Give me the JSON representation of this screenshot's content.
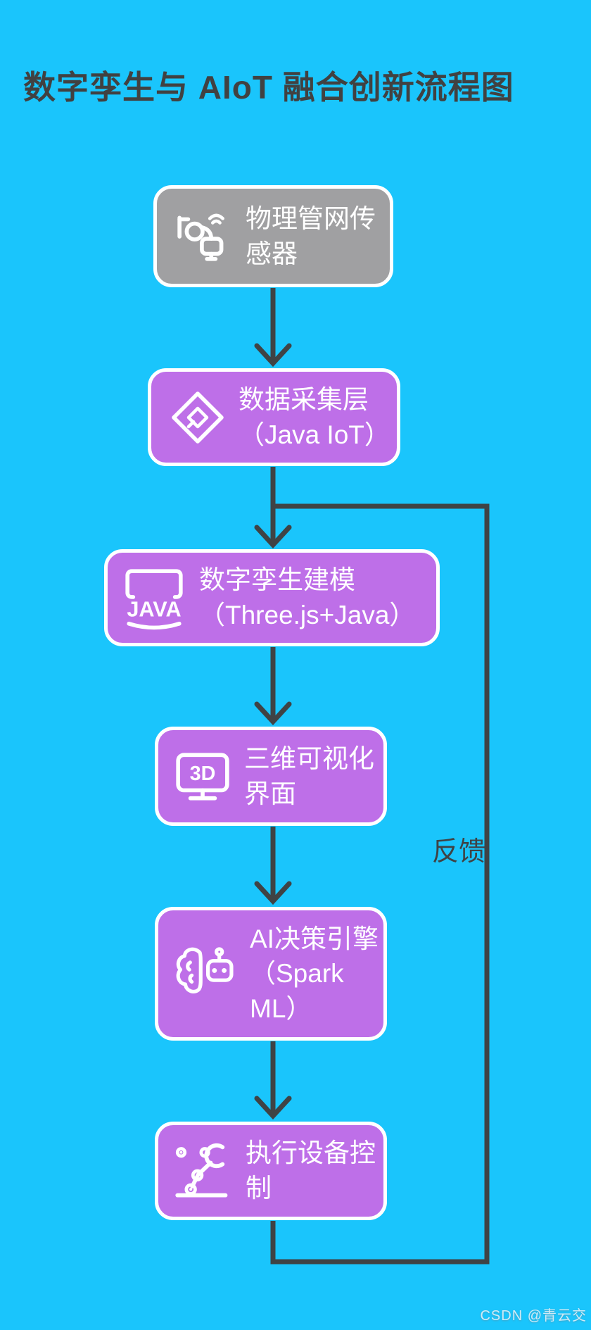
{
  "page": {
    "title": "数字孪生与 AIoT 融合创新流程图",
    "title_color": "#414141",
    "background_color": "#1AC5FC",
    "watermark": "CSDN @青云交"
  },
  "flow": {
    "arrow_color": "#3F4345",
    "node_border_color": "#FFFFFF",
    "feedback_label": "反馈",
    "nodes": [
      {
        "id": "physical-sensor",
        "label": "物理管网传\n感器",
        "icon": "pipe-sensor-icon",
        "fill": "#A0A0A2"
      },
      {
        "id": "data-collect",
        "label": "数据采集层\n（Java IoT）",
        "icon": "collect-diamond-icon",
        "fill": "#BE6FE8"
      },
      {
        "id": "digital-twin",
        "label": "数字孪生建模\n（Three.js+Java）",
        "icon": "java-badge-icon",
        "fill": "#BE6FE8"
      },
      {
        "id": "viz-3d",
        "label": "三维可视化\n界面",
        "icon": "monitor-3d-icon",
        "fill": "#BE6FE8"
      },
      {
        "id": "ai-engine",
        "label": "AI决策引擎\n（Spark\nML）",
        "icon": "ai-brain-icon",
        "fill": "#BE6FE8"
      },
      {
        "id": "device-control",
        "label": "执行设备控\n制",
        "icon": "robot-arm-icon",
        "fill": "#BE6FE8"
      }
    ],
    "edges": [
      {
        "from": "物理管网传感器",
        "to": "数据采集层（Java IoT）",
        "label": ""
      },
      {
        "from": "数据采集层（Java IoT）",
        "to": "数字孪生建模（Three.js+Java）",
        "label": ""
      },
      {
        "from": "数字孪生建模（Three.js+Java）",
        "to": "三维可视化界面",
        "label": ""
      },
      {
        "from": "三维可视化界面",
        "to": "AI决策引擎（Spark ML）",
        "label": ""
      },
      {
        "from": "AI决策引擎（Spark ML）",
        "to": "执行设备控制",
        "label": ""
      },
      {
        "from": "执行设备控制",
        "to": "数字孪生建模（Three.js+Java）",
        "label": "反馈"
      }
    ]
  }
}
